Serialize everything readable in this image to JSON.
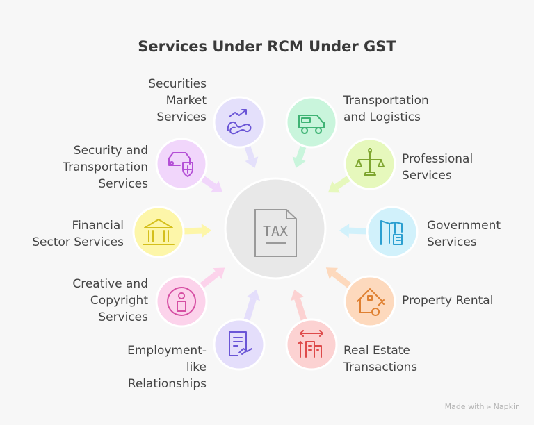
{
  "title": "Services Under RCM Under GST",
  "center": {
    "icon": "tax-document-icon",
    "text": "TAX"
  },
  "nodes": [
    {
      "lines": [
        "Securities",
        "Market",
        "Services"
      ],
      "icon": "stock-chart-icon",
      "fill": "#e4e0fb",
      "stroke": "#6a55d6"
    },
    {
      "lines": [
        "Transportation",
        "and Logistics"
      ],
      "icon": "van-icon",
      "fill": "#c9f5dc",
      "stroke": "#3fb374"
    },
    {
      "lines": [
        "Security and",
        "Transportation",
        "Services"
      ],
      "icon": "car-shield-icon",
      "fill": "#f1d6fb",
      "stroke": "#b44fd6"
    },
    {
      "lines": [
        "Professional",
        "Services"
      ],
      "icon": "scales-icon",
      "fill": "#e6f8bc",
      "stroke": "#7ea52f"
    },
    {
      "lines": [
        "Financial",
        "Sector Services"
      ],
      "icon": "bank-icon",
      "fill": "#fdf6a9",
      "stroke": "#d4bf1c"
    },
    {
      "lines": [
        "Government",
        "Services"
      ],
      "icon": "government-building-icon",
      "fill": "#d1f1fb",
      "stroke": "#2b9fd0"
    },
    {
      "lines": [
        "Creative and",
        "Copyright",
        "Services"
      ],
      "icon": "person-circle-icon",
      "fill": "#fcd3eb",
      "stroke": "#d64fa3"
    },
    {
      "lines": [
        "Property Rental"
      ],
      "icon": "house-key-icon",
      "fill": "#fdd9bd",
      "stroke": "#df8031"
    },
    {
      "lines": [
        "Employment-",
        "like",
        "Relationships"
      ],
      "icon": "contract-handshake-icon",
      "fill": "#e4defb",
      "stroke": "#6a55d6"
    },
    {
      "lines": [
        "Real Estate",
        "Transactions"
      ],
      "icon": "buildings-icon",
      "fill": "#fcd2d2",
      "stroke": "#de4a4a"
    }
  ],
  "footer": {
    "made_with": "Made with",
    "brand": "Napkin"
  }
}
